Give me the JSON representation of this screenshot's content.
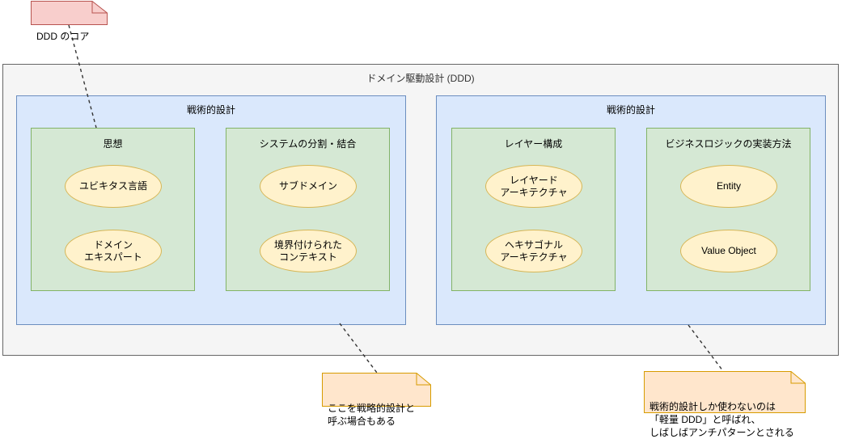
{
  "diagram": {
    "title": "ドメイン駆動設計 (DDD)",
    "colors": {
      "container_fill": "#f5f5f5",
      "container_stroke": "#666666",
      "blue_fill": "#dae8fc",
      "blue_stroke": "#6c8ebf",
      "green_fill": "#d5e8d4",
      "green_stroke": "#82b366",
      "ellipse_fill": "#fff2cc",
      "ellipse_stroke": "#d6b656",
      "note_red_fill": "#f8cecc",
      "note_red_stroke": "#b85450",
      "note_yellow_fill": "#ffe6cc",
      "note_yellow_stroke": "#d79b00",
      "connector_stroke": "#333333"
    },
    "sections": [
      {
        "label": "戦術的設計",
        "groups": [
          {
            "label": "思想",
            "items": [
              "ユビキタス言語",
              "ドメイン\nエキスパート"
            ]
          },
          {
            "label": "システムの分割・結合",
            "items": [
              "サブドメイン",
              "境界付けられた\nコンテキスト"
            ]
          }
        ]
      },
      {
        "label": "戦術的設計",
        "groups": [
          {
            "label": "レイヤー構成",
            "items": [
              "レイヤード\nアーキテクチャ",
              "ヘキサゴナル\nアーキテクチャ"
            ]
          },
          {
            "label": "ビジネスロジックの実装方法",
            "items": [
              "Entity",
              "Value Object"
            ]
          }
        ]
      }
    ],
    "notes": [
      {
        "id": "core",
        "text": "DDD のコア"
      },
      {
        "id": "strategic",
        "text": "ここを戦略的設計と\n呼ぶ場合もある"
      },
      {
        "id": "lightweight",
        "text": "戦術的設計しか使わないのは\n「軽量 DDD」と呼ばれ、\nしばしばアンチパターンとされる"
      }
    ]
  }
}
